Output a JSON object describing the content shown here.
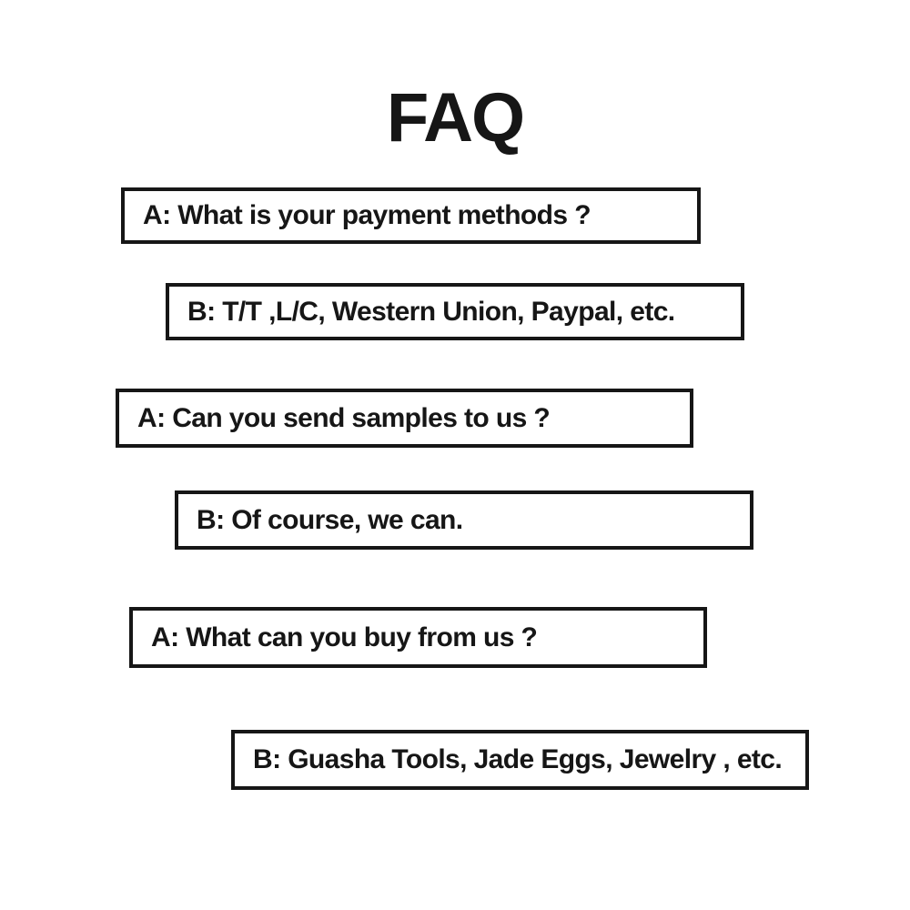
{
  "page": {
    "title": "FAQ"
  },
  "colors": {
    "background": "#ffffff",
    "border": "#161616",
    "text": "#161616"
  },
  "faq": {
    "items": [
      {
        "role": "question",
        "text": "A: What is your payment methods ?"
      },
      {
        "role": "answer",
        "text": "B: T/T ,L/C, Western Union, Paypal, etc."
      },
      {
        "role": "question",
        "text": "A: Can you send samples to us ?"
      },
      {
        "role": "answer",
        "text": "B: Of course, we can."
      },
      {
        "role": "question",
        "text": "A: What can you buy from us ?"
      },
      {
        "role": "answer",
        "text": "B: Guasha Tools, Jade Eggs, Jewelry , etc."
      }
    ]
  }
}
